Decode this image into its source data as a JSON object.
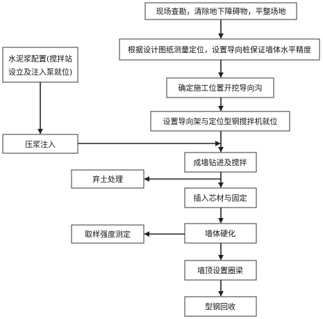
{
  "flow": {
    "nodes": {
      "site_survey": "现场查勘，清除地下障碍物，平整场地",
      "survey_layout": "根据设计图纸测量定位，设置导向桩保证墙体水平精度",
      "guide_trench": "确定施工位置开挖导向沟",
      "guide_frame": "设置导向架与定位型钢搅拌机就位",
      "drill_mix": "成墙钻进及搅拌",
      "insert_core": "插入芯材与固定",
      "wall_harden": "墙体硬化",
      "crown_beam": "墙顶设置圈梁",
      "recover_steel": "型钢回收",
      "cement_prep_line1": "水泥浆配置(搅拌站",
      "cement_prep_line2": "设立及注入泵就位)",
      "grout_inject": "压浆注入",
      "spoil_disposal": "弃土处理",
      "strength_test": "取样强度测定"
    }
  }
}
